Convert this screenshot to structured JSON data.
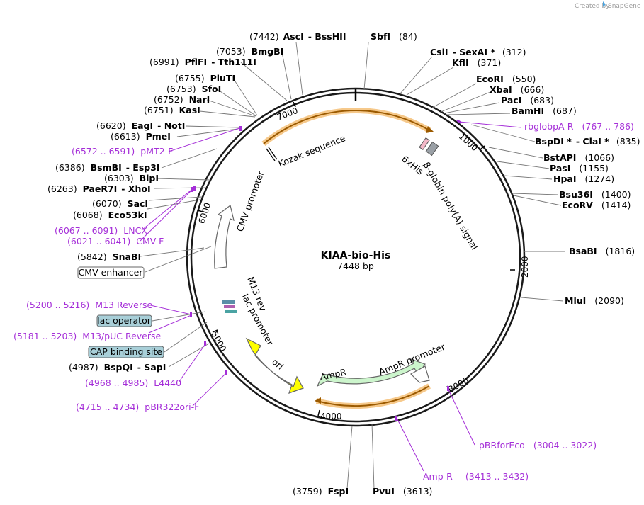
{
  "plasmid": {
    "name": "KIAA-bio-His",
    "length": "7448 bp"
  },
  "credit": {
    "text": "Created by",
    "brand": "SnapGene"
  },
  "ticks": [
    "1000",
    "2000",
    "3000",
    "4000",
    "5000",
    "6000",
    "7000"
  ],
  "sites": [
    {
      "pos": "(7442)",
      "name": "AscI",
      "extra": "BssHII"
    },
    {
      "pos": "(84)",
      "name": "SbfI"
    },
    {
      "pos": "(312)",
      "name": "CsiI",
      "extra": "SexAI *"
    },
    {
      "pos": "(371)",
      "name": "KflI"
    },
    {
      "pos": "(550)",
      "name": "EcoRI"
    },
    {
      "pos": "(666)",
      "name": "XbaI"
    },
    {
      "pos": "(683)",
      "name": "PacI"
    },
    {
      "pos": "(687)",
      "name": "BamHI"
    },
    {
      "pos": "(835)",
      "name": "BspDI *",
      "extra": "ClaI *"
    },
    {
      "pos": "(1066)",
      "name": "BstAPI"
    },
    {
      "pos": "(1155)",
      "name": "PasI"
    },
    {
      "pos": "(1274)",
      "name": "HpaI"
    },
    {
      "pos": "(1400)",
      "name": "Bsu36I"
    },
    {
      "pos": "(1414)",
      "name": "EcoRV"
    },
    {
      "pos": "(1816)",
      "name": "BsaBI"
    },
    {
      "pos": "(2090)",
      "name": "MluI"
    },
    {
      "pos": "(3613)",
      "name": "PvuI"
    },
    {
      "pos": "(3759)",
      "name": "FspI"
    },
    {
      "pos": "(4987)",
      "name": "BspQI",
      "extra": "SapI"
    },
    {
      "pos": "(5842)",
      "name": "SnaBI"
    },
    {
      "pos": "(6068)",
      "name": "Eco53kI"
    },
    {
      "pos": "(6070)",
      "name": "SacI"
    },
    {
      "pos": "(6263)",
      "name": "PaeR7I",
      "extra": "XhoI"
    },
    {
      "pos": "(6303)",
      "name": "BlpI"
    },
    {
      "pos": "(6386)",
      "name": "BsmBI",
      "extra": "Esp3I"
    },
    {
      "pos": "(6613)",
      "name": "PmeI"
    },
    {
      "pos": "(6620)",
      "name": "EagI",
      "extra": "NotI"
    },
    {
      "pos": "(6751)",
      "name": "KasI"
    },
    {
      "pos": "(6752)",
      "name": "NarI"
    },
    {
      "pos": "(6753)",
      "name": "SfoI"
    },
    {
      "pos": "(6755)",
      "name": "PluTI"
    },
    {
      "pos": "(6991)",
      "name": "PflFI",
      "extra": "Tth111I"
    },
    {
      "pos": "(7053)",
      "name": "BmgBI"
    }
  ],
  "primers": [
    {
      "name": "rbglobpA-R",
      "range": "(767 .. 786)"
    },
    {
      "name": "pBRforEco",
      "range": "(3004 .. 3022)"
    },
    {
      "name": "Amp-R",
      "range": "(3413 .. 3432)"
    },
    {
      "name": "pBR322ori-F",
      "range": "(4715 .. 4734)"
    },
    {
      "name": "L4440",
      "range": "(4968 .. 4985)"
    },
    {
      "name": "M13/pUC Reverse",
      "range": "(5181 .. 5203)"
    },
    {
      "name": "M13 Reverse",
      "range": "(5200 .. 5216)"
    },
    {
      "name": "CMV-F",
      "range": "(6021 .. 6041)"
    },
    {
      "name": "LNCX",
      "range": "(6067 .. 6091)"
    },
    {
      "name": "pMT2-F",
      "range": "(6572 .. 6591)"
    }
  ],
  "boxed_features": [
    "CMV enhancer",
    "lac operator",
    "CAP binding site"
  ],
  "features": [
    "Kozak sequence",
    "6xHis",
    "β-globin poly(A) signal",
    "CMV promoter",
    "M13 rev",
    "lac promoter",
    "ori",
    "AmpR",
    "AmpR promoter"
  ],
  "colors": {
    "backbone": "#1a1a1a",
    "orf": "#e8a23a",
    "primer": "#a52fd8",
    "ampr": "#ccf5cc",
    "ori": "#ffff00",
    "box": "#a8cfd8"
  }
}
